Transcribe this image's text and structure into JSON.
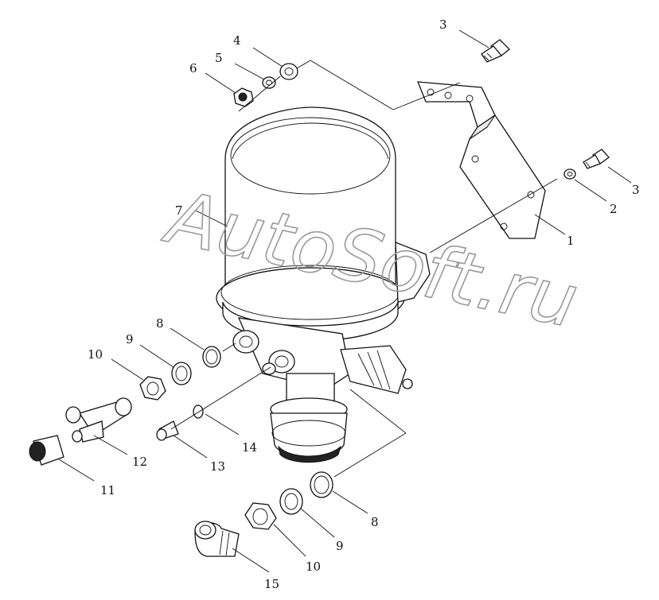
{
  "watermark": "AutoSoft.ru",
  "callouts": [
    {
      "id": "c1",
      "text": "1"
    },
    {
      "id": "c2",
      "text": "2"
    },
    {
      "id": "c3a",
      "text": "3"
    },
    {
      "id": "c3b",
      "text": "3"
    },
    {
      "id": "c4",
      "text": "4"
    },
    {
      "id": "c5",
      "text": "5"
    },
    {
      "id": "c6",
      "text": "6"
    },
    {
      "id": "c7",
      "text": "7"
    },
    {
      "id": "c8a",
      "text": "8"
    },
    {
      "id": "c8b",
      "text": "8"
    },
    {
      "id": "c9a",
      "text": "9"
    },
    {
      "id": "c9b",
      "text": "9"
    },
    {
      "id": "c10a",
      "text": "10"
    },
    {
      "id": "c10b",
      "text": "10"
    },
    {
      "id": "c11",
      "text": "11"
    },
    {
      "id": "c12",
      "text": "12"
    },
    {
      "id": "c13",
      "text": "13"
    },
    {
      "id": "c14",
      "text": "14"
    },
    {
      "id": "c15",
      "text": "15"
    }
  ]
}
